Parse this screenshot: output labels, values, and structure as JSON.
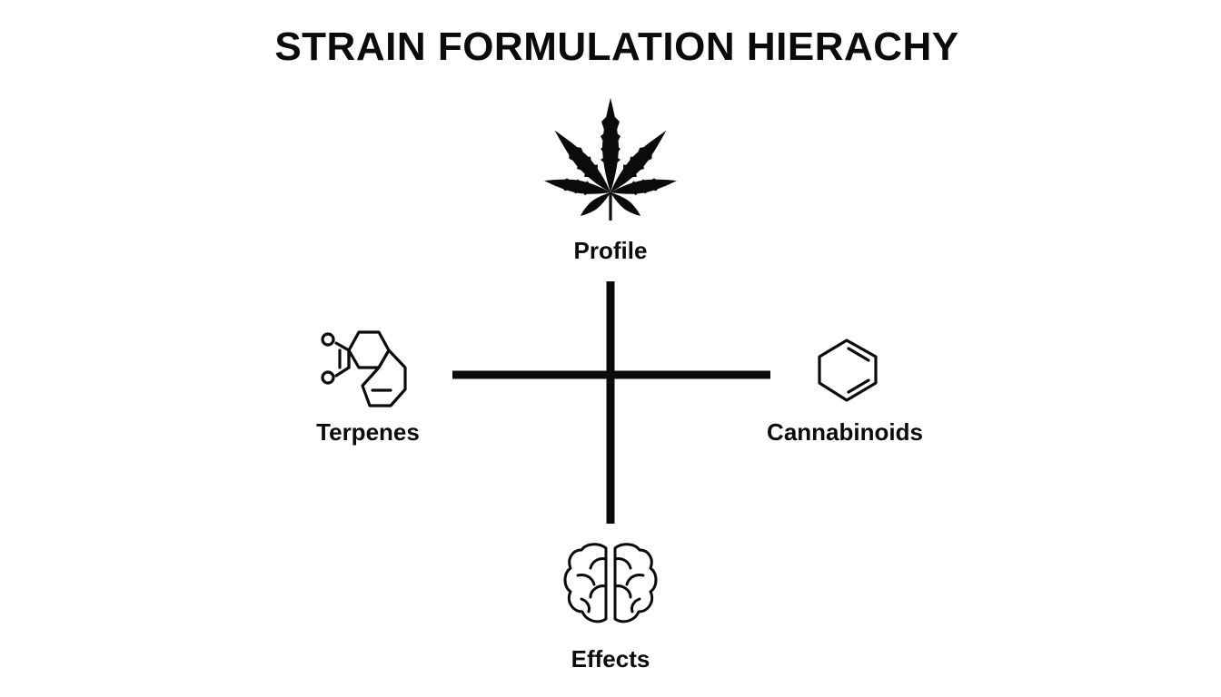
{
  "title": "STRAIN FORMULATION HIERACHY",
  "nodes": {
    "profile": {
      "label": "Profile",
      "icon": "cannabis-leaf-icon"
    },
    "terpenes": {
      "label": "Terpenes",
      "icon": "terpene-molecule-icon"
    },
    "cannabinoids": {
      "label": "Cannabinoids",
      "icon": "benzene-ring-icon"
    },
    "effects": {
      "label": "Effects",
      "icon": "brain-icon"
    }
  },
  "colors": {
    "ink": "#0b0b0b",
    "background": "#ffffff"
  }
}
